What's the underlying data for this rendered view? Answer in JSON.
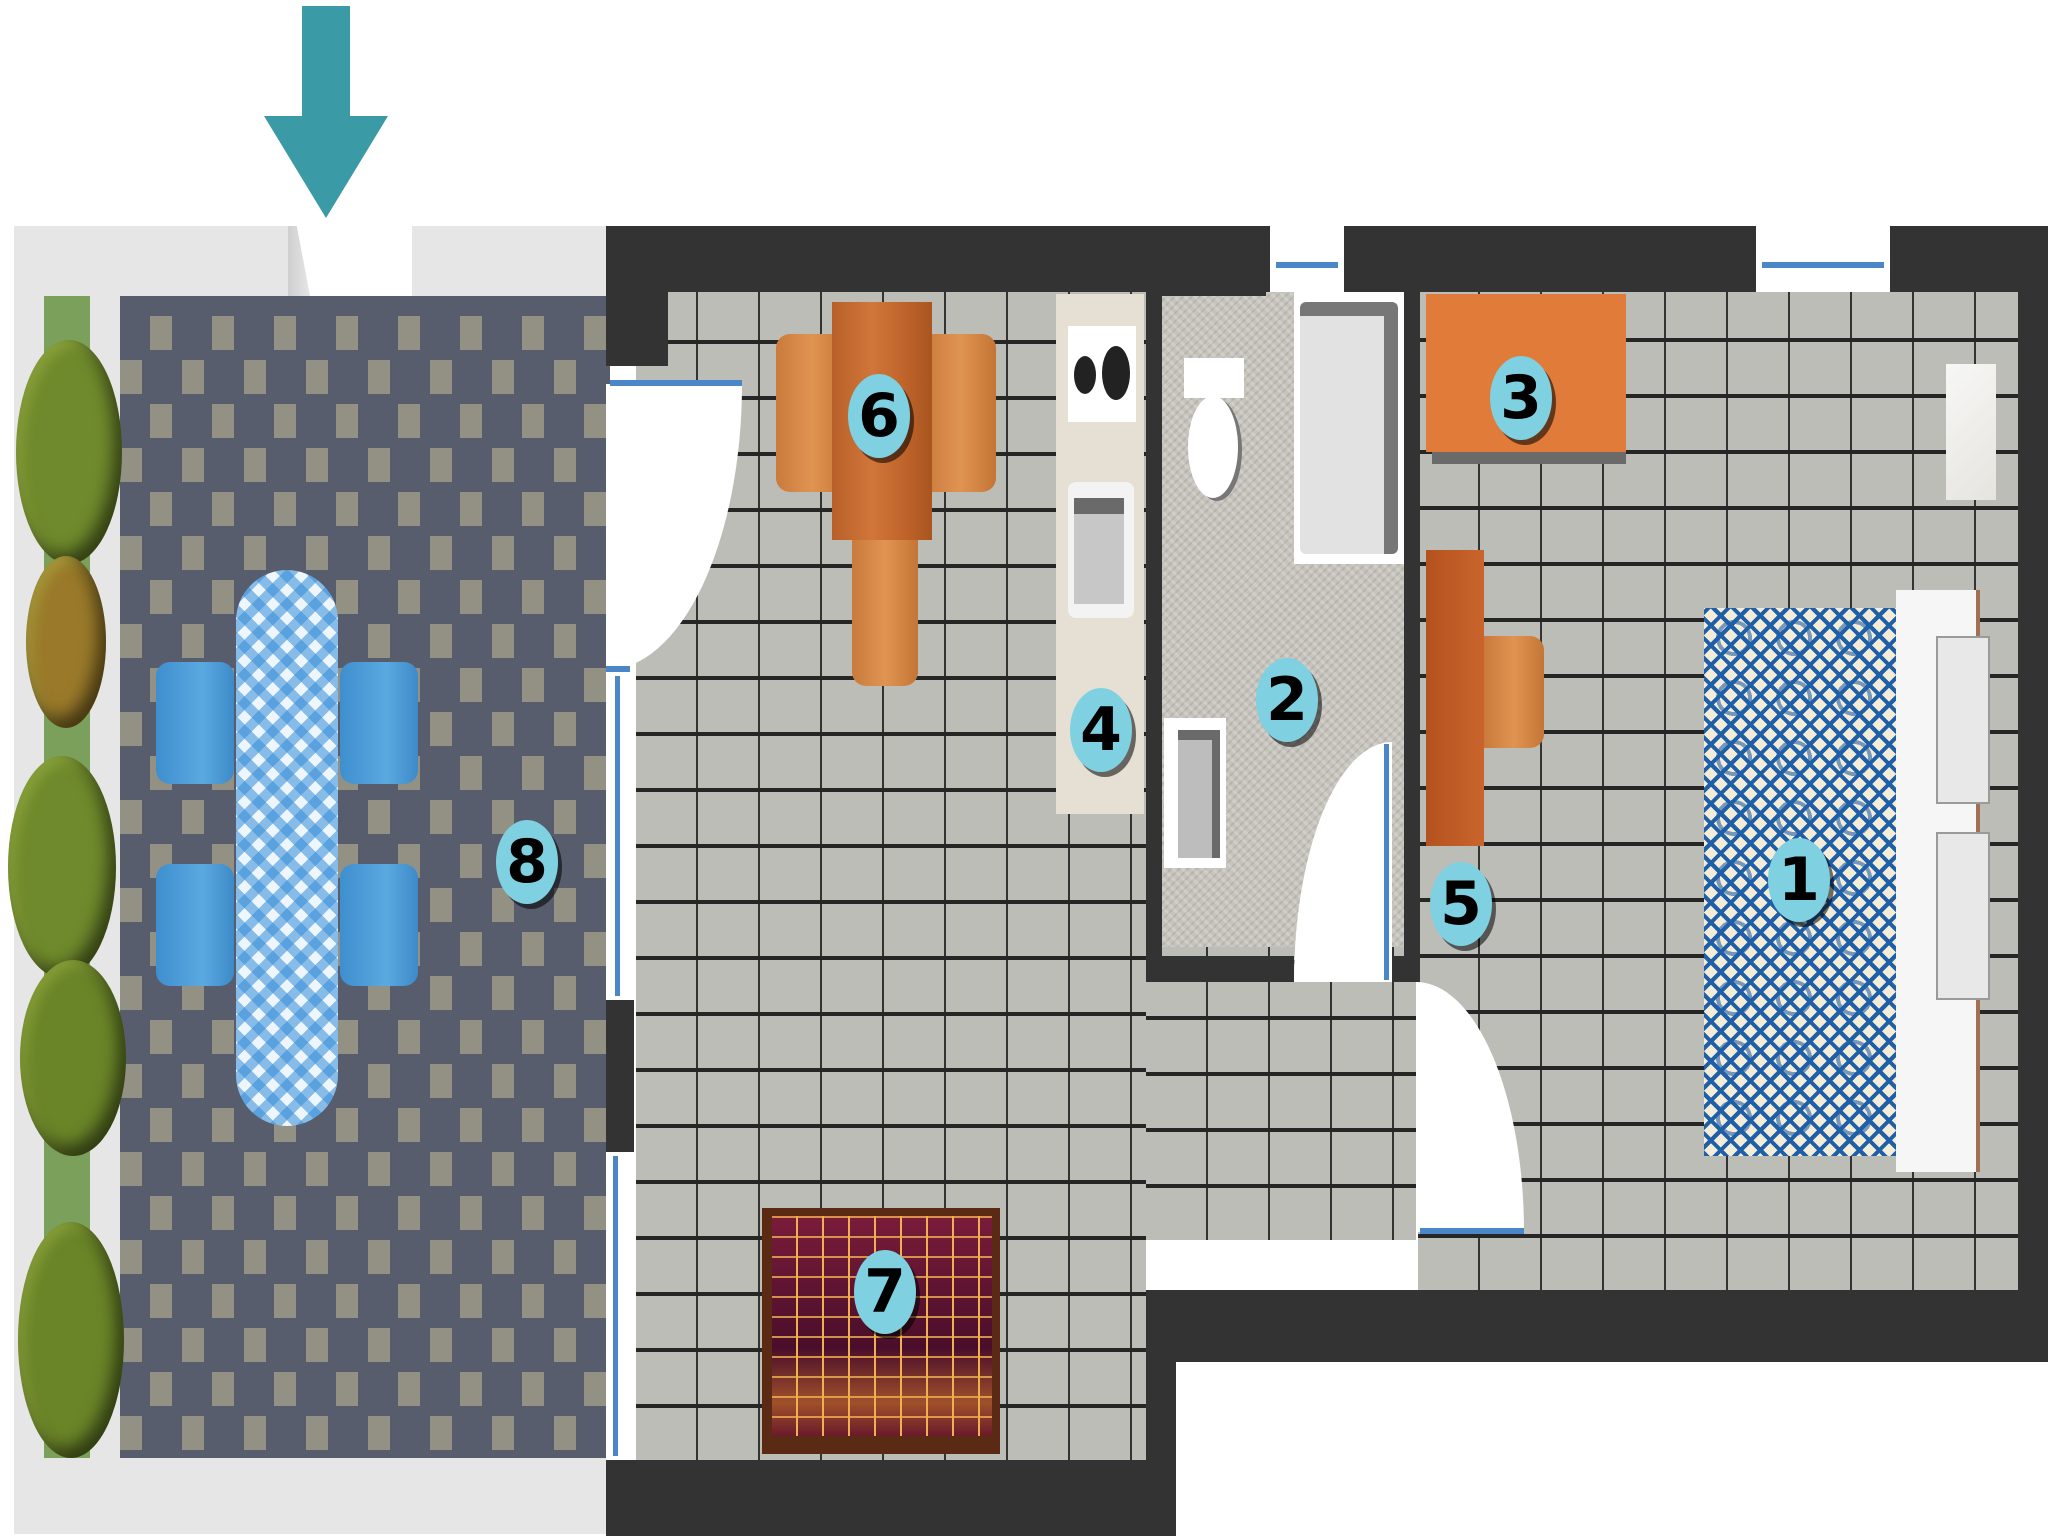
{
  "diagram": {
    "type": "apartment floor plan (top view)",
    "entrance_arrow": {
      "color": "#3a9aa5",
      "direction": "down"
    },
    "colors": {
      "wall": "#333333",
      "badge": "#7fd0e0",
      "door_window_line": "#4a86c8",
      "terrace_floor": "#5a5f70",
      "interior_tile": "#bdbdb8",
      "desk_orange": "#e07b3a",
      "hedge_green": "#7ba05b"
    },
    "labels": [
      {
        "number": "1",
        "area": "bed with patterned rug"
      },
      {
        "number": "2",
        "area": "bathroom"
      },
      {
        "number": "3",
        "area": "orange desk / cabinet"
      },
      {
        "number": "4",
        "area": "kitchenette (stove, sink)"
      },
      {
        "number": "5",
        "area": "desk with chair"
      },
      {
        "number": "6",
        "area": "dining table with chairs"
      },
      {
        "number": "7",
        "area": "rug"
      },
      {
        "number": "8",
        "area": "terrace with table and four chairs"
      }
    ]
  }
}
